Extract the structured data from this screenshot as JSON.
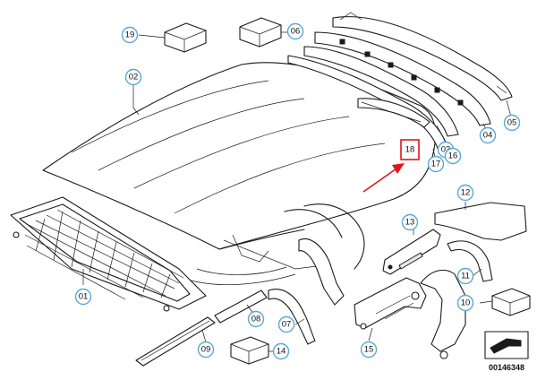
{
  "diagram": {
    "id": "00146348",
    "highlighted_part": "18",
    "callouts": [
      "01",
      "02",
      "03",
      "04",
      "05",
      "06",
      "07",
      "08",
      "09",
      "10",
      "11",
      "12",
      "13",
      "14",
      "15",
      "16",
      "17",
      "19"
    ]
  }
}
